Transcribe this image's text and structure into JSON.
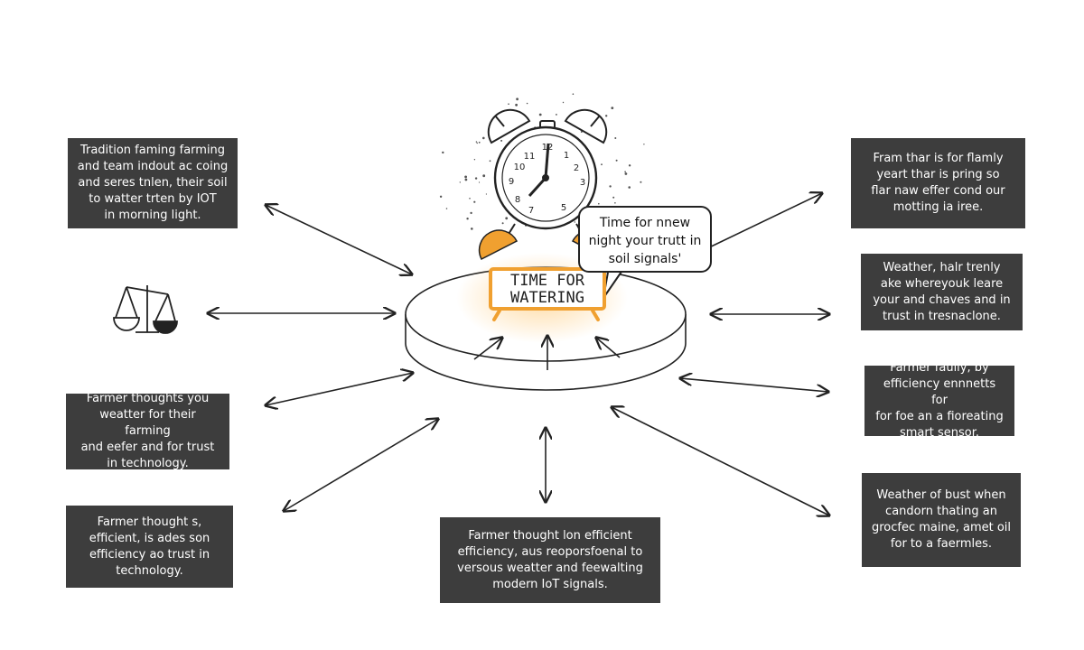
{
  "center": {
    "clock_numbers": [
      "12",
      "1",
      "2",
      "3",
      "5",
      "7",
      "8",
      "9",
      "10",
      "11"
    ],
    "sign_lines": [
      "TIME FOR",
      "WATERING"
    ],
    "bubble_lines": [
      "Time for nnew",
      "night your trutt in",
      "soil signals'"
    ]
  },
  "boxes": [
    {
      "id": "top-left",
      "lines": [
        "Tradition faming farming",
        "and team indout ac coing",
        "and seres tnlen, their soil",
        "to watter trten by IOT",
        "in morning light."
      ]
    },
    {
      "id": "mid-left",
      "lines": [
        "Farmer thoughts you",
        "weatter for their farming",
        "and eefer and for trust",
        "in technology."
      ]
    },
    {
      "id": "bottom-left",
      "lines": [
        "Farmer thought s,",
        "efficient, is ades son",
        "efficiency ao trust in",
        "technology."
      ]
    },
    {
      "id": "bottom-center",
      "lines": [
        "Farmer thought lon efficient",
        "efficiency, aus reoporsfoenal to",
        "versous weatter and feewalting",
        "modern IoT signals."
      ]
    },
    {
      "id": "top-right",
      "lines": [
        "Fram thar is for flamly",
        "yeart thar is pring so",
        "flar naw effer cond our",
        "motting ia iree."
      ]
    },
    {
      "id": "right-2",
      "lines": [
        "Weather, halr trenly",
        "ake whereyouk leare",
        "your and chaves and in",
        "trust in tresnaclone."
      ]
    },
    {
      "id": "right-3",
      "lines": [
        "Farmer faully, by",
        "efficiency ennnetts for",
        "for foe an a fioreating",
        "smart sensor."
      ]
    },
    {
      "id": "right-4",
      "lines": [
        "Weather of bust when",
        "candorn thating an",
        "grocfec maine, amet oil",
        "for to a faermles."
      ]
    }
  ],
  "colors": {
    "box_bg": "#3d3d3d",
    "box_text": "#ffffff",
    "accent": "#f0a030",
    "line": "#222222"
  },
  "icons": [
    "alarm-clock-icon",
    "balance-scale-icon"
  ]
}
